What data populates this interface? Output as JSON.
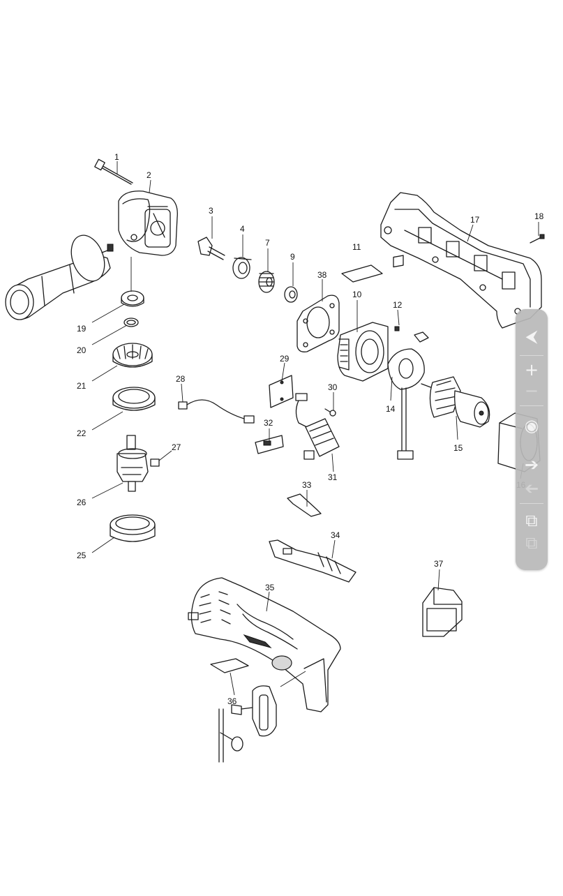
{
  "diagram": {
    "part_numbers": [
      "1",
      "2",
      "3",
      "4",
      "7",
      "9",
      "10",
      "11",
      "12",
      "14",
      "15",
      "16",
      "17",
      "18",
      "19",
      "20",
      "21",
      "22",
      "25",
      "26",
      "27",
      "28",
      "29",
      "30",
      "31",
      "32",
      "33",
      "34",
      "35",
      "36",
      "37",
      "38"
    ]
  },
  "toolbar": {
    "back_icon": "back-arrow-icon",
    "zoom_in_icon": "plus-icon",
    "zoom_out_icon": "minus-icon",
    "page_info_icon": "page-number-icon",
    "next_icon": "forward-arrow-icon",
    "prev_icon": "backward-arrow-icon",
    "copy_icon": "copy-pages-icon",
    "paste_icon": "paste-pages-icon",
    "back_glyph": "⮜",
    "zoom_in_glyph": "+",
    "zoom_out_glyph": "−",
    "page_glyph": "◉",
    "next_glyph": "➔",
    "prev_glyph": "➔",
    "copy_glyph": "⧉",
    "paste_glyph": "⧉"
  }
}
